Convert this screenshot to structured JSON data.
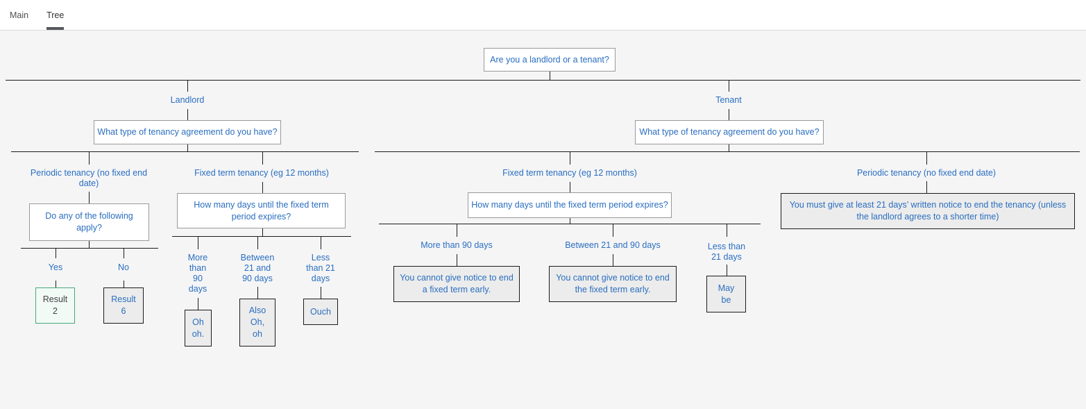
{
  "tab_bar": {
    "tabs": [
      {
        "label": "Main",
        "active": false
      },
      {
        "label": "Tree",
        "active": true
      }
    ]
  },
  "colors": {
    "canvas_background": "#f5f5f6",
    "tab_bar_background": "#ffffff",
    "tab_active_underline": "#55585c",
    "node_text_blue": "#2a6ebf",
    "question_box_border": "#98999b",
    "leaf_box_background": "#ececec",
    "leaf_box_border": "#1b1b1b",
    "connector_line": "#1b1b1b",
    "highlighted_result_border": "#47a878",
    "highlighted_result_background": "#f2faf5",
    "highlighted_result_text": "#3f4245"
  },
  "tree": {
    "root": {
      "question": "Are you a landlord or a tenant?"
    },
    "landlord": {
      "label": "Landlord",
      "question": "What type of tenancy agreement do you have?",
      "periodic": {
        "label": "Periodic tenancy (no fixed end date)",
        "question": "Do any of the following apply?",
        "yes": {
          "label": "Yes",
          "result": "Result 2",
          "highlighted": true
        },
        "no": {
          "label": "No",
          "result": "Result 6",
          "highlighted": false
        }
      },
      "fixed_term": {
        "label": "Fixed term tenancy (eg 12 months)",
        "question": "How many days until the fixed term period expires?",
        "more_than_90": {
          "label": "More than 90 days",
          "result": "Oh oh."
        },
        "between_21_90": {
          "label": "Between 21 and 90 days",
          "result": "Also Oh, oh"
        },
        "less_than_21": {
          "label": "Less than 21 days",
          "result": "Ouch"
        }
      }
    },
    "tenant": {
      "label": "Tenant",
      "question": "What type of tenancy agreement do you have?",
      "fixed_term": {
        "label": "Fixed term tenancy (eg 12 months)",
        "question": "How many days until the fixed term period expires?",
        "more_than_90": {
          "label": "More than 90 days",
          "result": "You cannot give notice to end a fixed term early."
        },
        "between_21_90": {
          "label": "Between 21 and 90 days",
          "result": "You cannot give notice to end the fixed term early."
        },
        "less_than_21": {
          "label": "Less than 21 days",
          "result": "May be"
        }
      },
      "periodic": {
        "label": "Periodic tenancy (no fixed end date)",
        "result": "You must give at least 21 days’ written notice to end the tenancy (unless the landlord agrees to a shorter time)"
      }
    }
  }
}
